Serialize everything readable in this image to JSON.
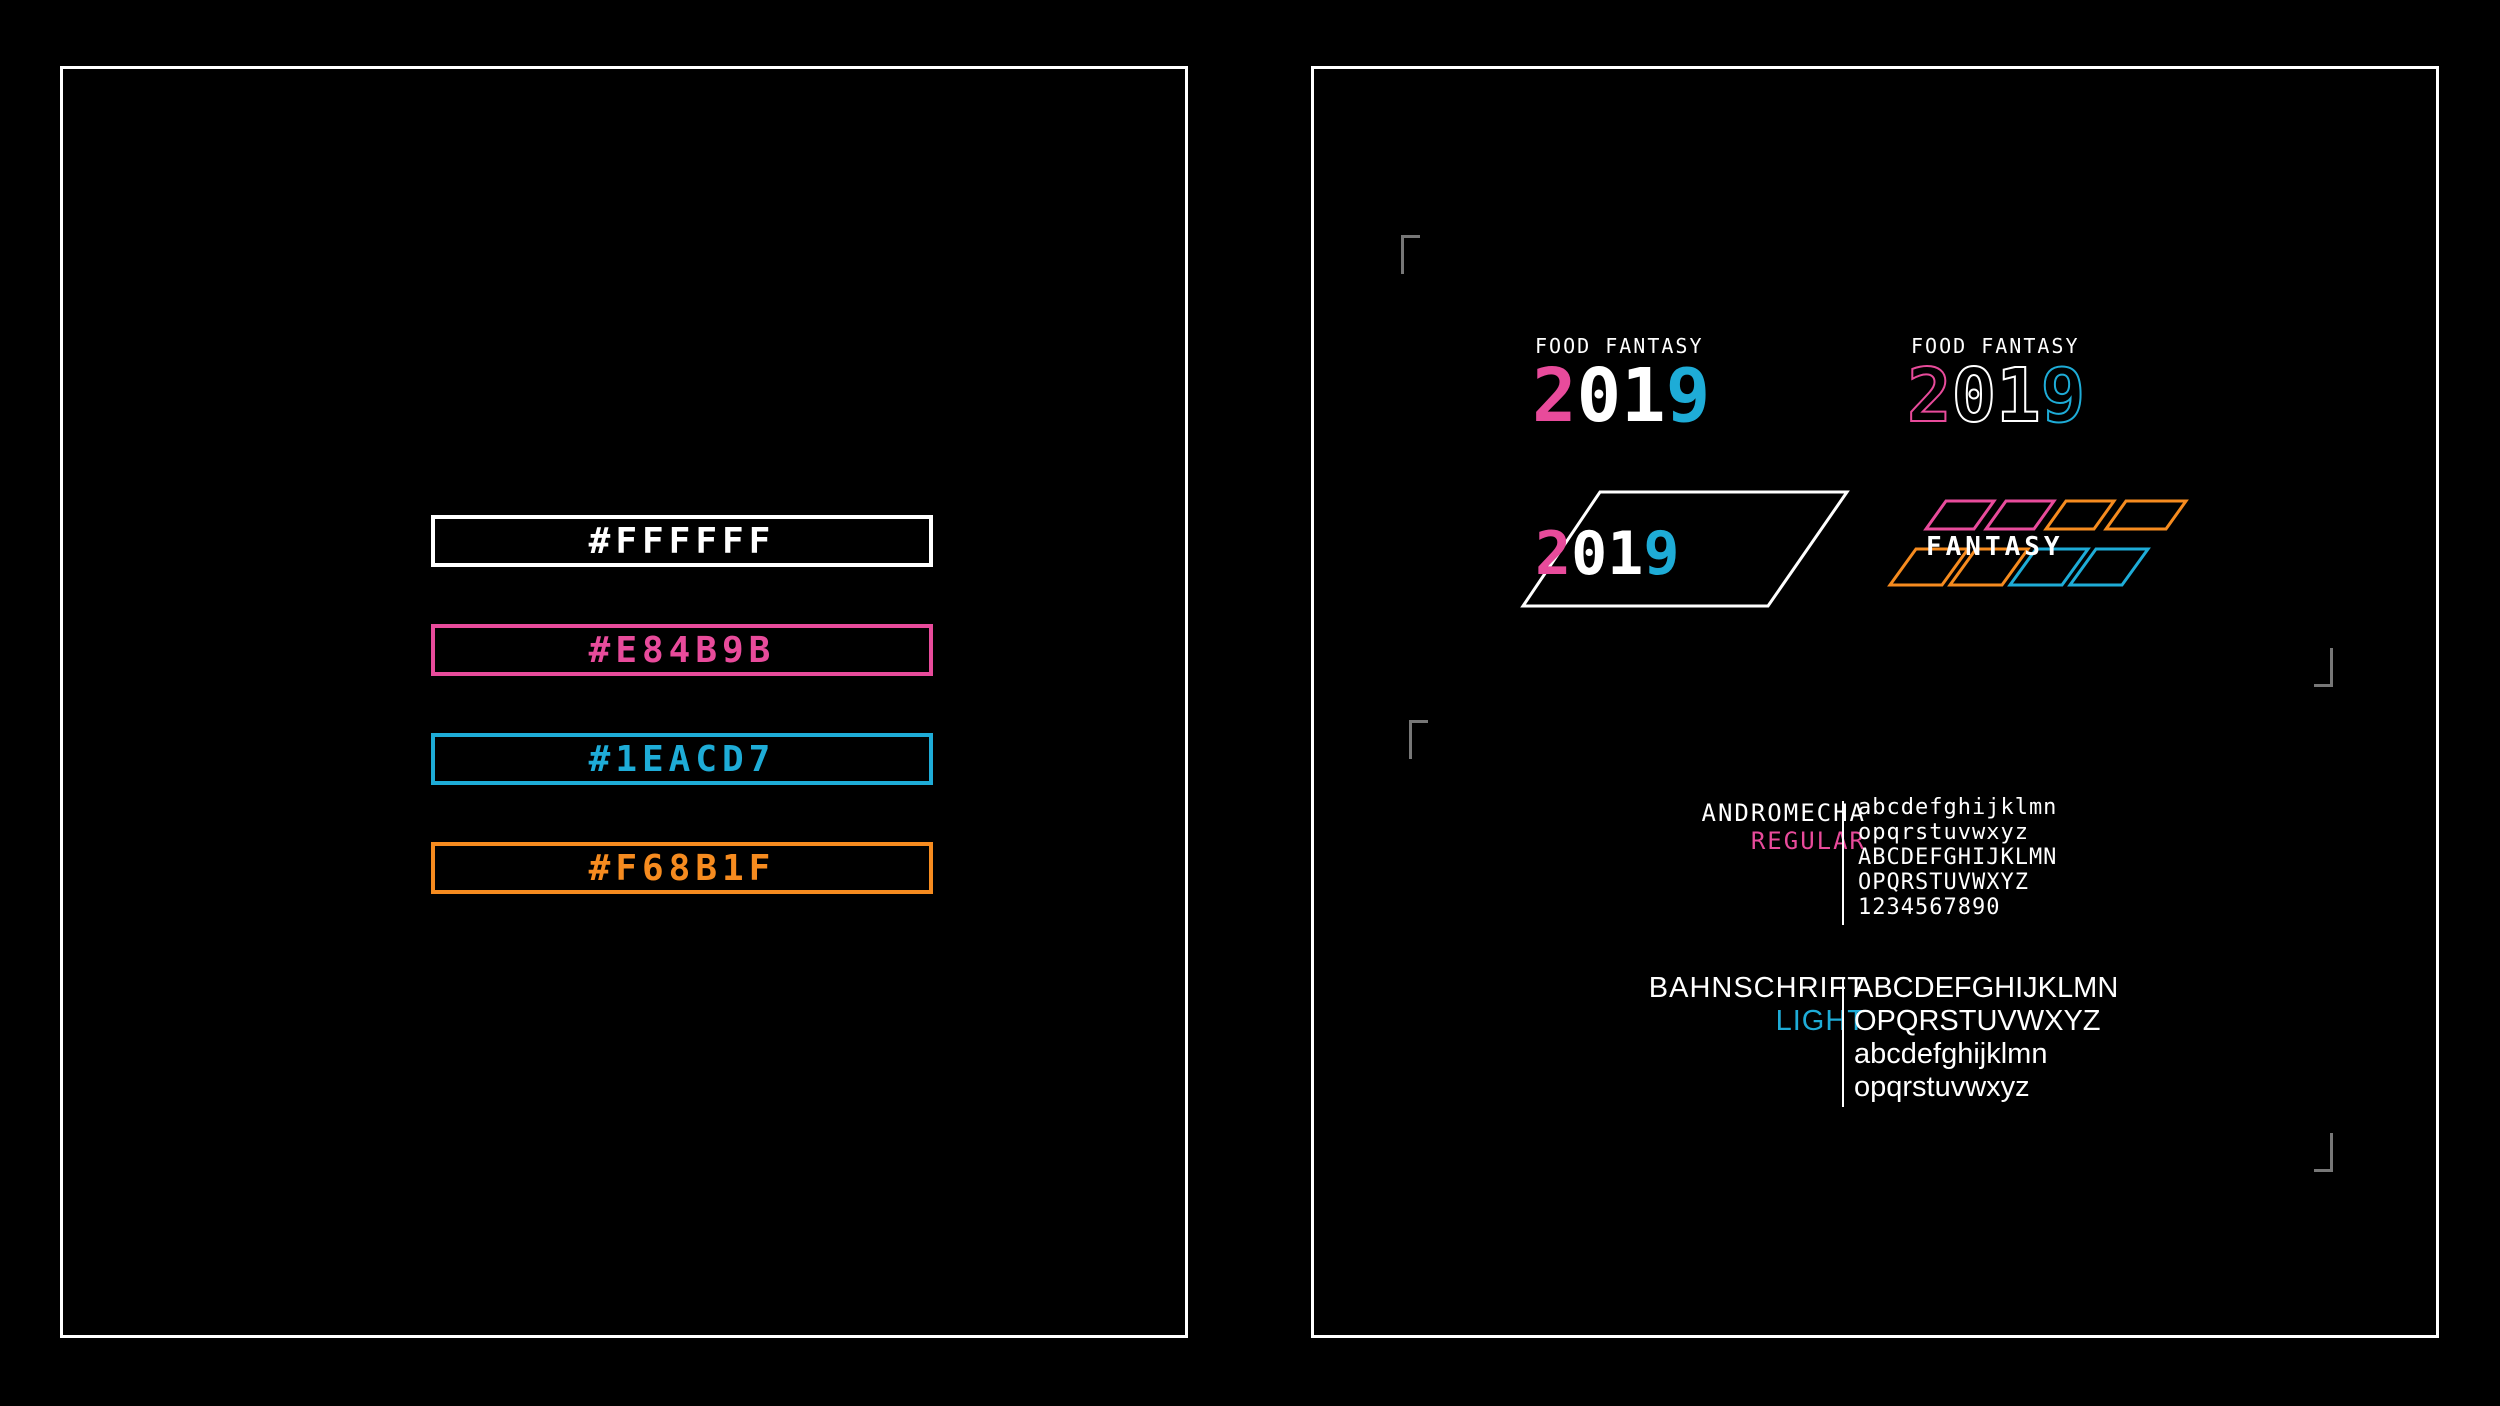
{
  "colors": {
    "white": "#FFFFFF",
    "pink": "#E84B9B",
    "blue": "#1EACD7",
    "orange": "#F68B1F"
  },
  "swatches": [
    {
      "label": "#FFFFFF",
      "color": "#FFFFFF"
    },
    {
      "label": "#E84B9B",
      "color": "#E84B9B"
    },
    {
      "label": "#1EACD7",
      "color": "#1EACD7"
    },
    {
      "label": "#F68B1F",
      "color": "#F68B1F"
    }
  ],
  "logos": {
    "subtitle": "FOOD FANTASY",
    "year_digits": [
      "2",
      "0",
      "1",
      "9"
    ],
    "fantasy_word": "FANTASY",
    "food_letters": [
      "F",
      "O",
      "O",
      "D"
    ]
  },
  "typefaces": {
    "primary": {
      "name": "ANDROMECHA",
      "style": "REGULAR",
      "lines": [
        "abcdefghijklmn",
        "opqrstuvwxyz",
        "ABCDEFGHIJKLMN",
        "OPQRSTUVWXYZ",
        "1234567890"
      ]
    },
    "secondary": {
      "name": "BAHNSCHRIFT",
      "style": "LIGHT",
      "lines": [
        "ABCDEFGHIJKLMN",
        "OPQRSTUVWXYZ",
        "abcdefghijklmn",
        "opqrstuvwxyz"
      ]
    }
  }
}
